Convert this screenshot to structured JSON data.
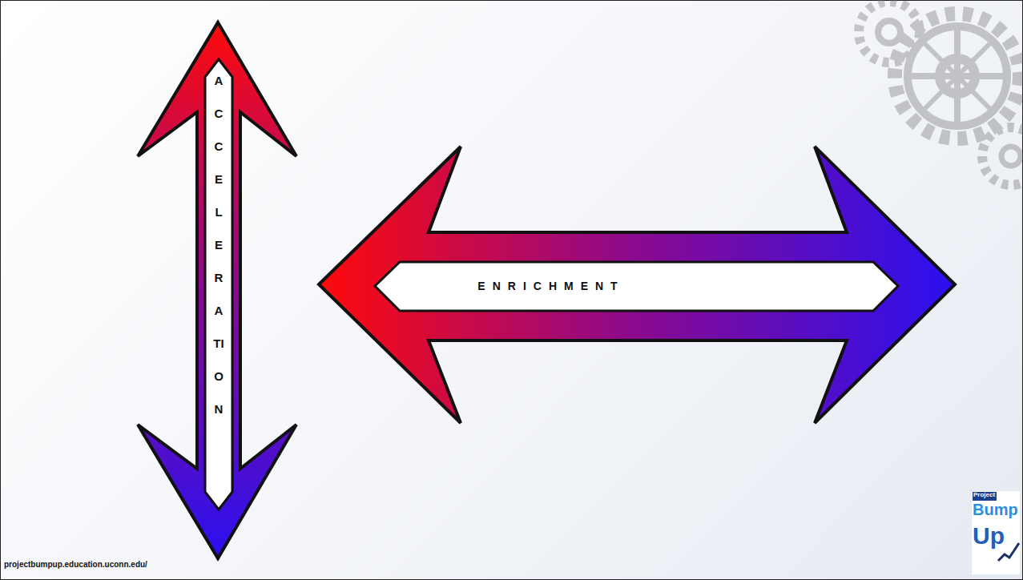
{
  "diagram": {
    "nodes": [
      {
        "text": [
          "ACCELERATION"
        ]
      },
      {
        "text": [
          "ENRICHMENT"
        ]
      }
    ],
    "labels": [
      "projectbumpup.education.uconn.edu/",
      "Project",
      "Bump",
      "Up"
    ]
  }
}
